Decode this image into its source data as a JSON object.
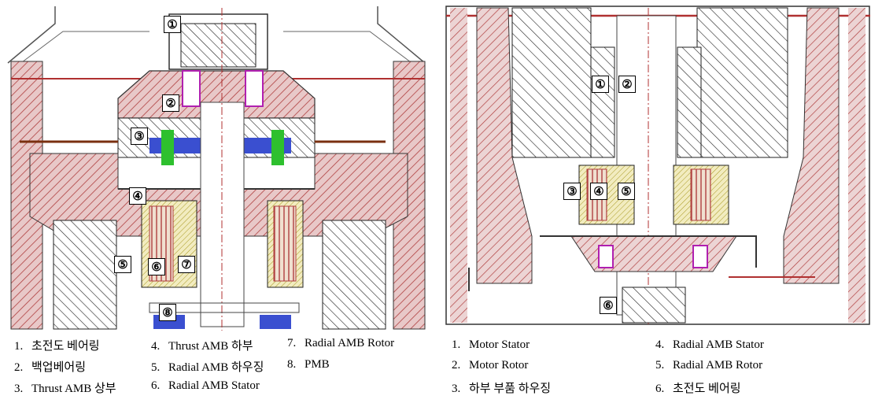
{
  "left": {
    "callouts": [
      "①",
      "②",
      "③",
      "④",
      "⑤",
      "⑥",
      "⑦",
      "⑧"
    ],
    "legend": [
      {
        "num": "1.",
        "text": "초전도 베어링"
      },
      {
        "num": "2.",
        "text": "백업베어링"
      },
      {
        "num": "3.",
        "text": "Thrust AMB 상부"
      },
      {
        "num": "4.",
        "text": "Thrust AMB 하부"
      },
      {
        "num": "5.",
        "text": "Radial AMB 하우징"
      },
      {
        "num": "6.",
        "text": "Radial AMB Stator"
      },
      {
        "num": "7.",
        "text": "Radial AMB Rotor"
      },
      {
        "num": "8.",
        "text": "PMB"
      }
    ]
  },
  "right": {
    "callouts": [
      "①",
      "②",
      "③",
      "④",
      "⑤",
      "⑥"
    ],
    "legend": [
      {
        "num": "1.",
        "text": "Motor Stator"
      },
      {
        "num": "2.",
        "text": "Motor Rotor"
      },
      {
        "num": "3.",
        "text": "하부 부품 하우징"
      },
      {
        "num": "4.",
        "text": "Radial AMB Stator"
      },
      {
        "num": "5.",
        "text": "Radial AMB Rotor"
      },
      {
        "num": "6.",
        "text": "초전도 베어링"
      }
    ]
  },
  "colors": {
    "hatch_red": "#b04040",
    "hatch_yellow": "#c8b830",
    "rotor_blue": "#3a4fd0",
    "green": "#2ec02e",
    "magenta": "#b020b0",
    "housing": "#d8b0b8"
  }
}
